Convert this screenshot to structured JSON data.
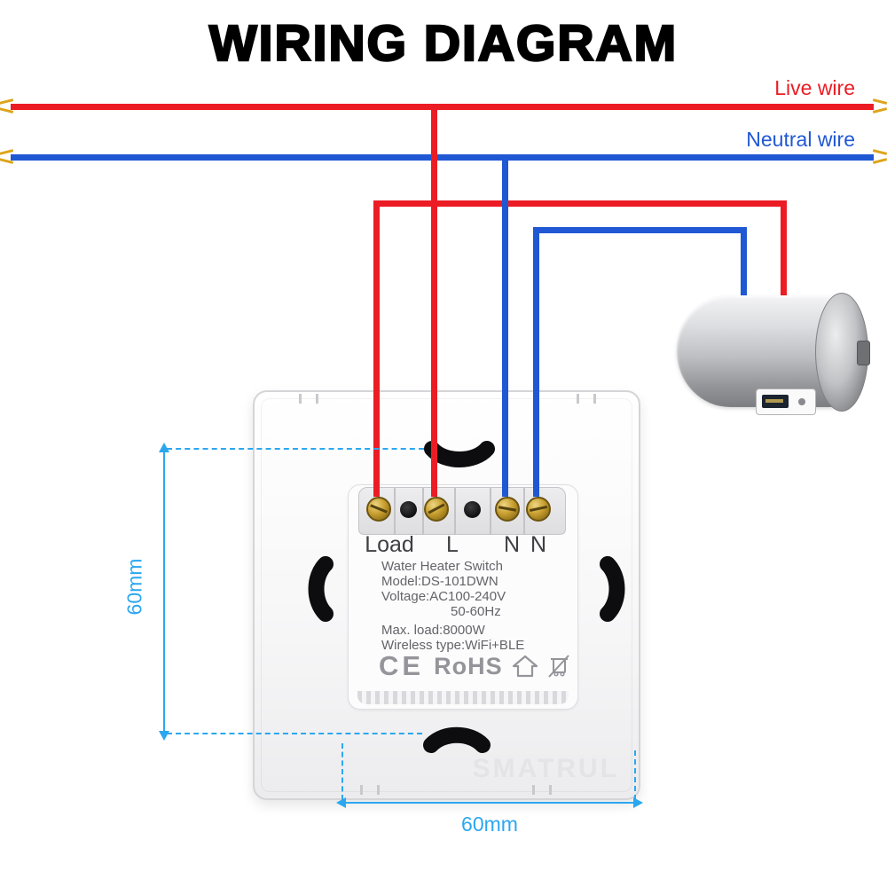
{
  "title": "WIRING DIAGRAM",
  "legend": {
    "live": "Live wire",
    "neutral": "Neutral wire"
  },
  "colors": {
    "live_wire": "#ec1c24",
    "neutral_wire": "#2058d4",
    "wire_tip": "#dda41b",
    "dimension": "#2ba7f0",
    "terminal_brass": "#c79e2f"
  },
  "switch_unit": {
    "terminals": [
      "Load",
      "L",
      "N",
      "N"
    ],
    "spec_lines": [
      "Water Heater Switch",
      "Model:DS-101DWN",
      "Voltage:AC100-240V",
      "50-60Hz",
      "Max. load:8000W",
      "Wireless type:WiFi+BLE"
    ],
    "cert": {
      "ce": "CE",
      "rohs": "RoHS"
    },
    "watermark": "SMATRUL"
  },
  "appliance": {
    "name": "water-heater"
  },
  "dimensions": {
    "height": "60mm",
    "width": "60mm"
  }
}
